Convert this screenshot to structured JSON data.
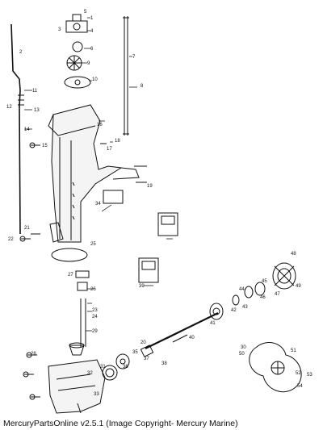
{
  "footer": {
    "app_name": "MercuryPartsOnline v2.5.1",
    "copyright": "(Image Copyright- Mercury Marine)"
  },
  "labels": {
    "l1": "1",
    "l2": "2",
    "l3": "3",
    "l4": "4",
    "l5": "5",
    "l6": "6",
    "l7": "7",
    "l8": "8",
    "l9": "9",
    "l10": "10",
    "l11": "11",
    "l12": "12",
    "l13": "13",
    "l14": "14",
    "l15": "15",
    "l16": "16",
    "l17": "17",
    "l18": "18",
    "l19": "19",
    "l20": "20",
    "l21": "21",
    "l22": "22",
    "l23": "23",
    "l24": "24",
    "l25": "25",
    "l26": "26",
    "l27": "27",
    "l28": "28",
    "l29": "29",
    "l30": "30",
    "l31": "31",
    "l32": "32",
    "l33": "33",
    "l34": "34",
    "l35": "35",
    "l36": "36",
    "l37": "37",
    "l38": "38",
    "l39": "39",
    "l40": "40",
    "l41": "41",
    "l42": "42",
    "l43": "43",
    "l44": "44",
    "l45": "45",
    "l46": "46",
    "l47": "47",
    "l48": "48",
    "l49": "49",
    "l50": "50",
    "l51": "51",
    "l52": "52",
    "l53": "53",
    "l54": "54"
  }
}
